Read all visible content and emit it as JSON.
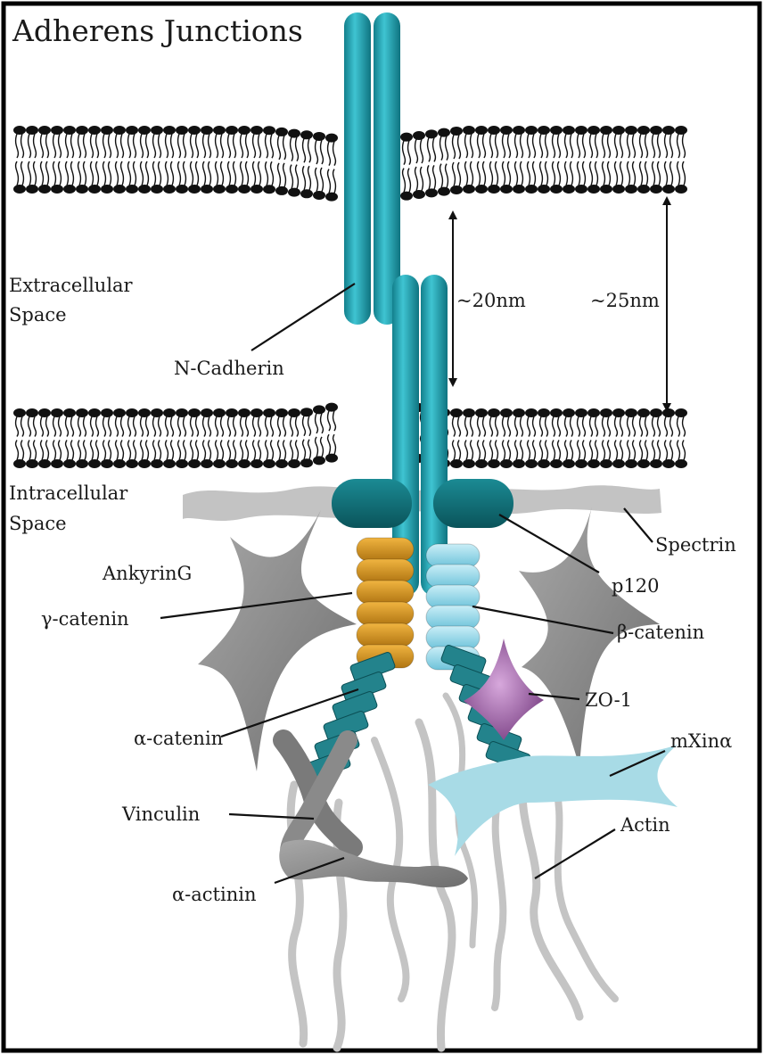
{
  "title": "Adherens Junctions",
  "regions": {
    "extracellular": [
      "Extracellular",
      "Space"
    ],
    "intracellular": [
      "Intracellular",
      "Space"
    ]
  },
  "dimensions": {
    "inner": "~20nm",
    "outer": "~25nm"
  },
  "labels": {
    "n_cadherin": "N-Cadherin",
    "spectrin": "Spectrin",
    "p120": "p120",
    "ankyrin_g": "AnkyrinG",
    "gamma_catenin": "γ-catenin",
    "beta_catenin": "β-catenin",
    "zo1": "ZO-1",
    "alpha_catenin": "α-catenin",
    "mxin_alpha": "mXinα",
    "vinculin": "Vinculin",
    "actin": "Actin",
    "alpha_actinin": "α-actinin"
  },
  "colors": {
    "cadherin": "#21a9b8",
    "p120": "#0e6b72",
    "gamma_catenin": "#d4951f",
    "beta_catenin": "#8fd6ea",
    "alpha_catenin": "#23838c",
    "zo1": "#a06aa8",
    "mxin": "#a8dbe6",
    "ankyrin": "#8d8d8d",
    "actin": "#c4c4c4",
    "membrane": "#111111"
  }
}
